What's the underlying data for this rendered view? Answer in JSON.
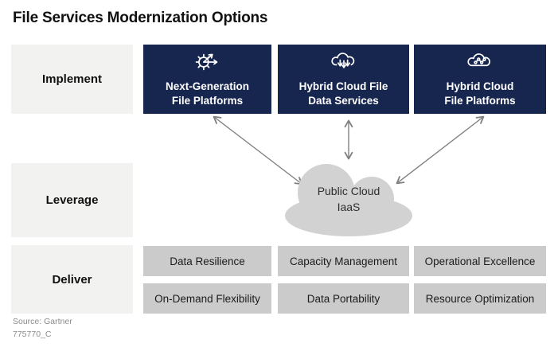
{
  "title": "File Services Modernization Options",
  "row_labels": {
    "implement": "Implement",
    "leverage": "Leverage",
    "deliver": "Deliver"
  },
  "implement": {
    "boxes": [
      {
        "label": "Next-Generation\nFile Platforms",
        "icon": "gear-flow-icon"
      },
      {
        "label": "Hybrid Cloud File\nData Services",
        "icon": "cloud-download-icon"
      },
      {
        "label": "Hybrid Cloud\nFile Platforms",
        "icon": "cloud-network-icon"
      }
    ]
  },
  "leverage": {
    "cloud_label": "Public Cloud\nIaaS"
  },
  "deliver": {
    "row1": [
      "Data Resilience",
      "Capacity Management",
      "Operational Excellence"
    ],
    "row2": [
      "On-Demand Flexibility",
      "Data Portability",
      "Resource Optimization"
    ]
  },
  "footer": {
    "source": "Source: Gartner",
    "note": "775770_C"
  },
  "colors": {
    "navy": "#17264f",
    "light_gray": "#f2f2f0",
    "mid_gray": "#cbcbcb",
    "cloud_gray": "#d2d2d2",
    "arrow_gray": "#7f7f7f",
    "text_dark": "#111111",
    "text_muted": "#8c8c8c"
  }
}
